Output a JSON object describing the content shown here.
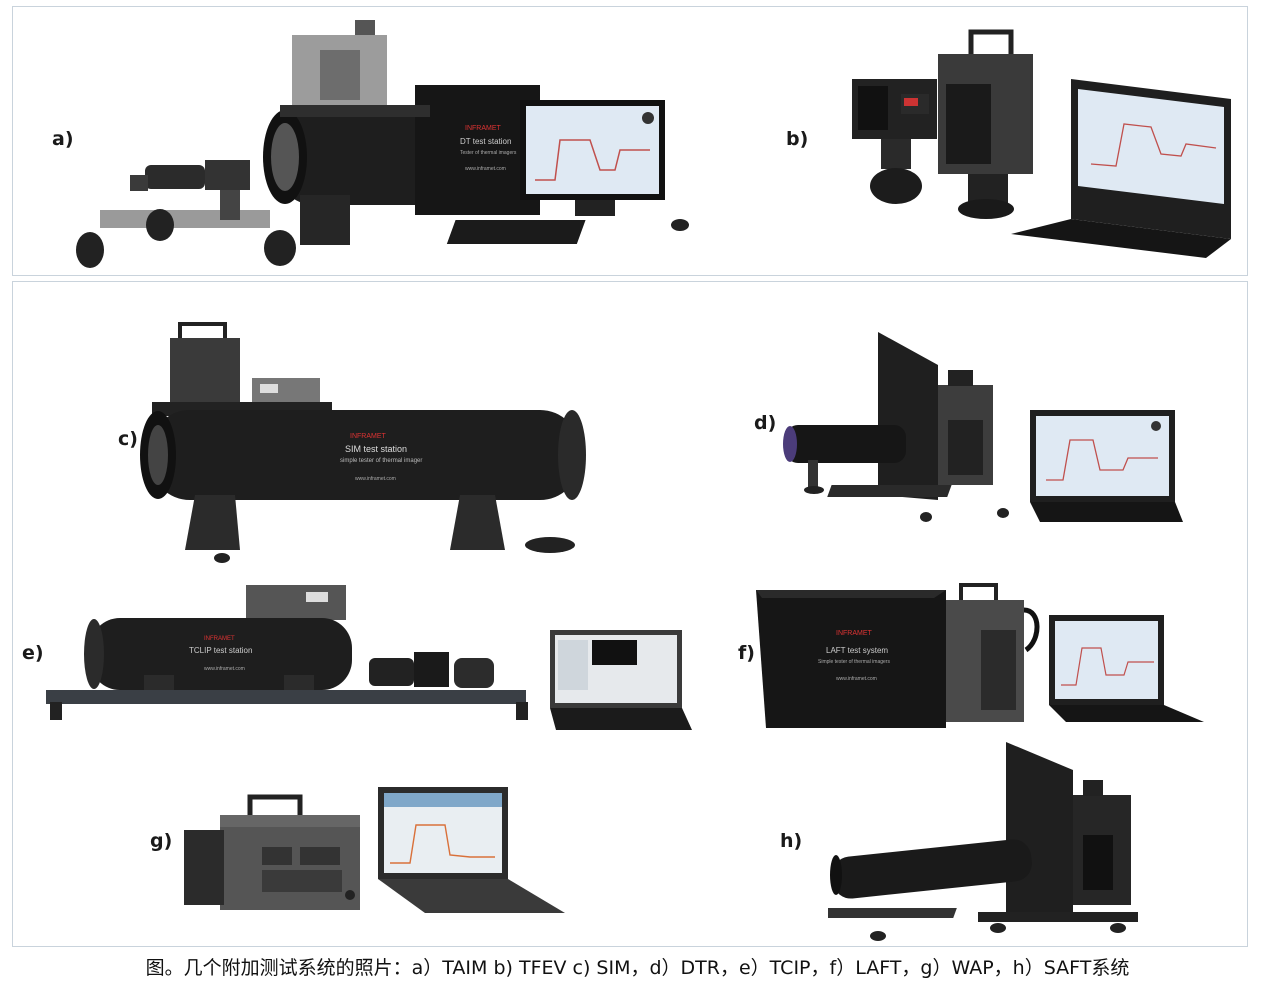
{
  "labels": {
    "a": "a)",
    "b": "b)",
    "c": "c)",
    "d": "d)",
    "e": "e)",
    "f": "f)",
    "g": "g)",
    "h": "h)"
  },
  "device_text": {
    "a_brand": "INFRAMET",
    "a_title": "DT  test station",
    "a_subtitle": "Tester of thermal imagers",
    "a_url": "www.inframet.com",
    "c_brand": "INFRAMET",
    "c_title": "SIM test station",
    "c_subtitle": "simple tester of thermal imager",
    "c_url": "www.inframet.com",
    "e_brand": "INFRAMET",
    "e_title": "TCLIP test station",
    "e_url": "www.inframet.com",
    "f_brand": "INFRAMET",
    "f_title": "LAFT test system",
    "f_subtitle": "Simple tester of thermal imagers",
    "f_url": "www.inframet.com"
  },
  "caption": "图。几个附加测试系统的照片：a）TAIM b) TFEV c) SIM，d）DTR，e）TCIP，f）LAFT，g）WAP，h）SAFT系统",
  "colors": {
    "frame": "#c9d3dc",
    "device_dark": "#1e1e1e",
    "screen": "#dfe9f3",
    "plot": "#c0504d"
  }
}
